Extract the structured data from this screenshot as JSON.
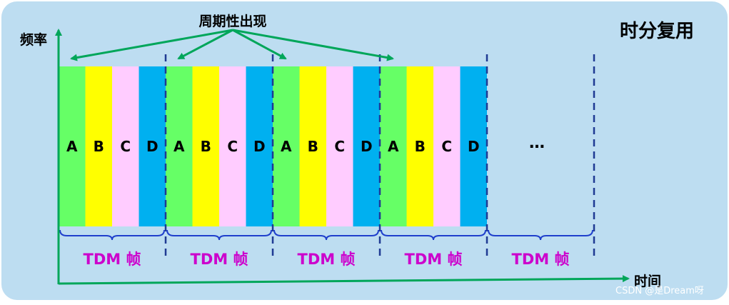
{
  "title": "时分复用",
  "y_axis_label": "频率",
  "x_axis_label": "时间",
  "periodic_label": "周期性出现",
  "slot_letters": [
    "A",
    "B",
    "C",
    "D"
  ],
  "frames_shown": 4,
  "ellipsis": "…",
  "frame_labels": [
    "TDM 帧",
    "TDM 帧",
    "TDM 帧",
    "TDM 帧",
    "TDM 帧"
  ],
  "watermark": "CSDN @是Dream呀",
  "colors": {
    "background": "#BDDDF1",
    "A": "#66FF66",
    "B": "#FFFF00",
    "C": "#FFCCFF",
    "D": "#00B0F0",
    "axis": "#00A65A",
    "divider": "#1F3A93",
    "brace": "#1F3FCC",
    "frame_label": "#CC00CC",
    "arrow": "#00A65A"
  }
}
